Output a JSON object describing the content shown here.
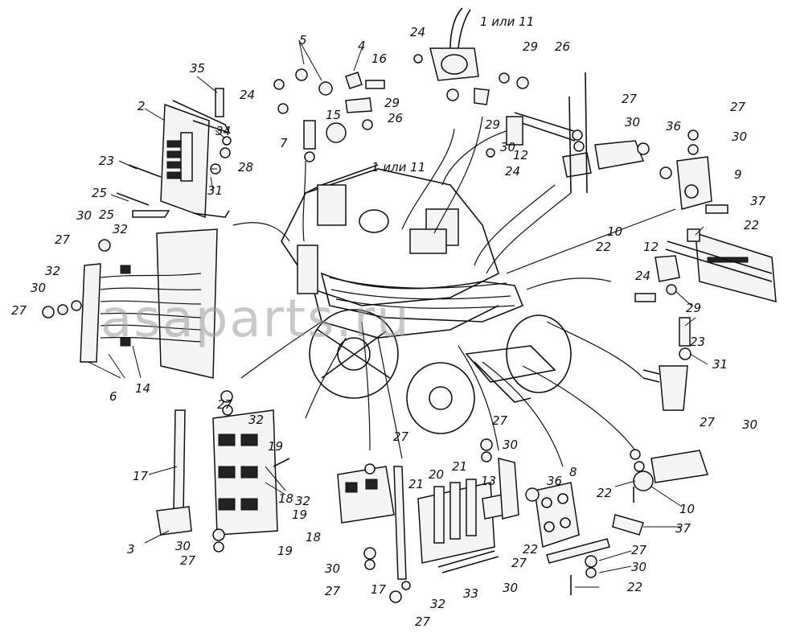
{
  "watermark": "asaparts.ru",
  "callouts": [
    {
      "id": "c1",
      "text": "1 или 11"
    },
    {
      "id": "c1b",
      "text": "1 или 11"
    },
    {
      "id": "c2",
      "text": "2"
    },
    {
      "id": "c3",
      "text": "3"
    },
    {
      "id": "c4",
      "text": "4"
    },
    {
      "id": "c5",
      "text": "5"
    },
    {
      "id": "c6",
      "text": "6"
    },
    {
      "id": "c7",
      "text": "7"
    },
    {
      "id": "c8",
      "text": "8"
    },
    {
      "id": "c9",
      "text": "9"
    },
    {
      "id": "c10a",
      "text": "10"
    },
    {
      "id": "c10b",
      "text": "10"
    },
    {
      "id": "c12a",
      "text": "12"
    },
    {
      "id": "c12b",
      "text": "12"
    },
    {
      "id": "c13",
      "text": "13"
    },
    {
      "id": "c14",
      "text": "14"
    },
    {
      "id": "c15",
      "text": "15"
    },
    {
      "id": "c16",
      "text": "16"
    },
    {
      "id": "c17a",
      "text": "17"
    },
    {
      "id": "c17b",
      "text": "17"
    },
    {
      "id": "c18a",
      "text": "18"
    },
    {
      "id": "c18b",
      "text": "18"
    },
    {
      "id": "c19a",
      "text": "19"
    },
    {
      "id": "c19b",
      "text": "19"
    },
    {
      "id": "c19c",
      "text": "19"
    },
    {
      "id": "c20",
      "text": "20"
    },
    {
      "id": "c21a",
      "text": "21"
    },
    {
      "id": "c21b",
      "text": "21"
    },
    {
      "id": "c22a",
      "text": "22"
    },
    {
      "id": "c22b",
      "text": "22"
    },
    {
      "id": "c22c",
      "text": "22"
    },
    {
      "id": "c22d",
      "text": "22"
    },
    {
      "id": "c22e",
      "text": "22"
    },
    {
      "id": "c23a",
      "text": "23"
    },
    {
      "id": "c23b",
      "text": "23"
    },
    {
      "id": "c24a",
      "text": "24"
    },
    {
      "id": "c24b",
      "text": "24"
    },
    {
      "id": "c24c",
      "text": "24"
    },
    {
      "id": "c24d",
      "text": "24"
    },
    {
      "id": "c25a",
      "text": "25"
    },
    {
      "id": "c25b",
      "text": "25"
    },
    {
      "id": "c26a",
      "text": "26"
    },
    {
      "id": "c26b",
      "text": "26"
    },
    {
      "id": "c27a",
      "text": "27"
    },
    {
      "id": "c27b",
      "text": "27"
    },
    {
      "id": "c27c",
      "text": "27"
    },
    {
      "id": "c27d",
      "text": "27"
    },
    {
      "id": "c27e",
      "text": "27"
    },
    {
      "id": "c27f",
      "text": "27"
    },
    {
      "id": "c27g",
      "text": "27"
    },
    {
      "id": "c27h",
      "text": "27"
    },
    {
      "id": "c27i",
      "text": "27"
    },
    {
      "id": "c27j",
      "text": "27"
    },
    {
      "id": "c27k",
      "text": "27"
    },
    {
      "id": "c27l",
      "text": "27"
    },
    {
      "id": "c27m",
      "text": "27"
    },
    {
      "id": "c28",
      "text": "28"
    },
    {
      "id": "c29a",
      "text": "29"
    },
    {
      "id": "c29b",
      "text": "29"
    },
    {
      "id": "c29c",
      "text": "29"
    },
    {
      "id": "c29d",
      "text": "29"
    },
    {
      "id": "c30a",
      "text": "30"
    },
    {
      "id": "c30b",
      "text": "30"
    },
    {
      "id": "c30c",
      "text": "30"
    },
    {
      "id": "c30d",
      "text": "30"
    },
    {
      "id": "c30e",
      "text": "30"
    },
    {
      "id": "c30f",
      "text": "30"
    },
    {
      "id": "c30g",
      "text": "30"
    },
    {
      "id": "c30h",
      "text": "30"
    },
    {
      "id": "c30i",
      "text": "30"
    },
    {
      "id": "c30j",
      "text": "30"
    },
    {
      "id": "c30k",
      "text": "30"
    },
    {
      "id": "c31a",
      "text": "31"
    },
    {
      "id": "c31b",
      "text": "31"
    },
    {
      "id": "c32a",
      "text": "32"
    },
    {
      "id": "c32b",
      "text": "32"
    },
    {
      "id": "c32c",
      "text": "32"
    },
    {
      "id": "c32d",
      "text": "32"
    },
    {
      "id": "c32e",
      "text": "32"
    },
    {
      "id": "c33",
      "text": "33"
    },
    {
      "id": "c34",
      "text": "34"
    },
    {
      "id": "c35",
      "text": "35"
    },
    {
      "id": "c36a",
      "text": "36"
    },
    {
      "id": "c36b",
      "text": "36"
    },
    {
      "id": "c37a",
      "text": "37"
    },
    {
      "id": "c37b",
      "text": "37"
    }
  ]
}
